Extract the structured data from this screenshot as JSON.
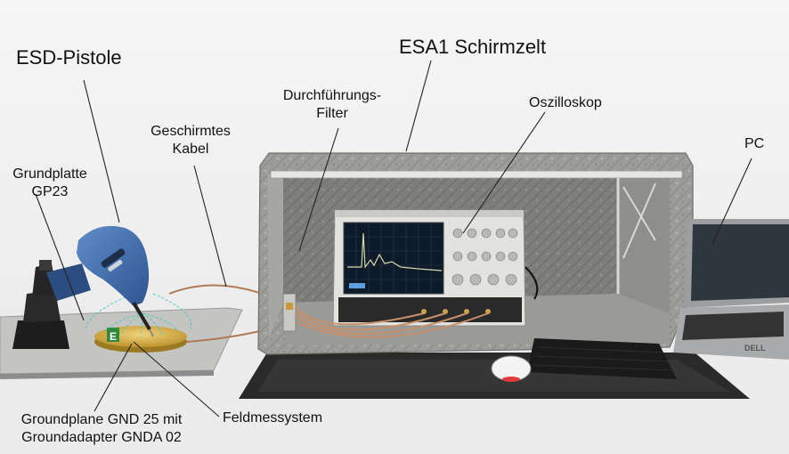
{
  "labels": {
    "esd_pistole": "ESD-Pistole",
    "esa1_schirmzelt": "ESA1 Schirmzelt",
    "durchfuehrungs_filter": [
      "Durchführungs-",
      "Filter"
    ],
    "oszilloskop": "Oszilloskop",
    "geschirmtes_kabel": [
      "Geschirmtes",
      "Kabel"
    ],
    "grundplatte": [
      "Grundplatte",
      "GP23"
    ],
    "pc": "PC",
    "groundplane": [
      "Groundplane GND 25 mit",
      "Groundadapter GNDA 02"
    ],
    "feldmesssystem": "Feldmessystem"
  },
  "colors": {
    "background": "#f2f2f2",
    "tent_fabric": "#9a9a96",
    "pistol_blue": "#3f6aa6",
    "brass_plate": "#d7b04a",
    "scope_body": "#e2e2de",
    "scope_screen": "#0d1a2a",
    "keyboard": "#1a1a1a",
    "laptop": "#9c9ea0"
  }
}
